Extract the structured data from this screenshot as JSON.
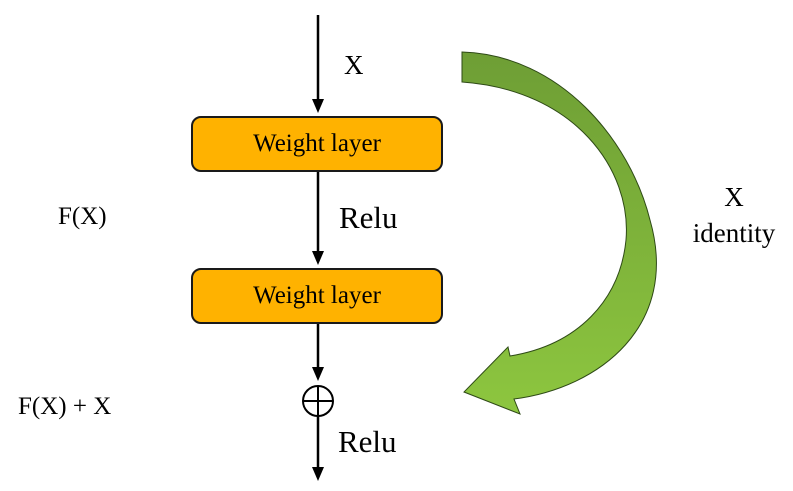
{
  "diagram": {
    "input_label": "X",
    "weight_layer_1": "Weight layer",
    "activation_1": "Relu",
    "weight_layer_2": "Weight layer",
    "activation_2": "Relu",
    "residual_label": "F(X)",
    "sum_label": "F(X) + X",
    "shortcut_label_top": "X",
    "shortcut_label_bottom": "identity"
  },
  "colors": {
    "layer_fill": "#FFB200",
    "layer_border": "#1A1A1A",
    "arrow_green_dark": "#6E9E35",
    "arrow_green_light": "#8DC63F",
    "line": "#000000"
  },
  "icons": {
    "sum_node": "circle-plus-icon",
    "skip_connection": "curved-arrow-icon"
  }
}
